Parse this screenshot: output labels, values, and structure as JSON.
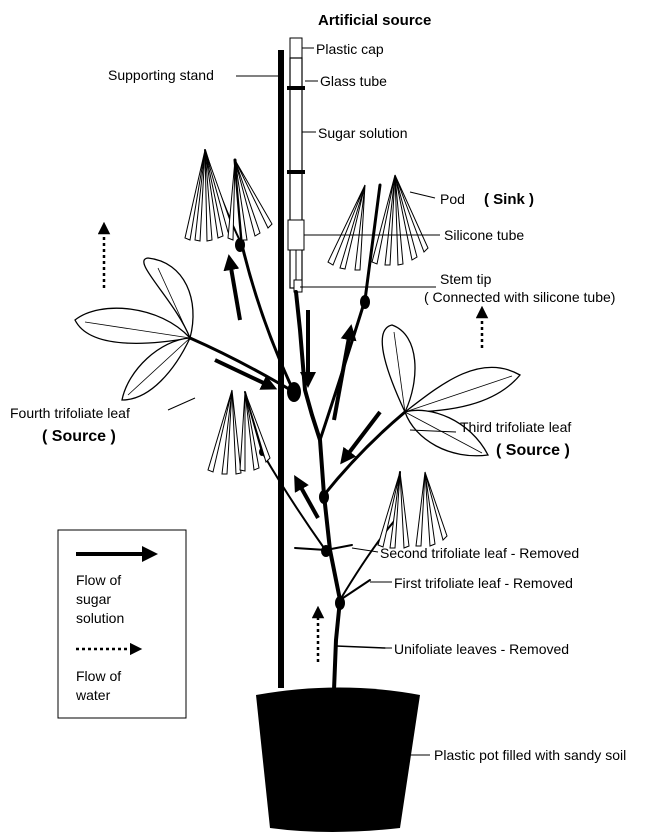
{
  "title": "Artificial source",
  "labels": {
    "plastic_cap": "Plastic cap",
    "supporting_stand": "Supporting stand",
    "glass_tube": "Glass tube",
    "sugar_solution": "Sugar solution",
    "pod": "Pod",
    "pod_sink": "( Sink )",
    "silicone_tube": "Silicone tube",
    "stem_tip": "Stem  tip",
    "stem_tip_note": "( Connected with silicone tube)",
    "fourth_leaf": "Fourth trifoliate leaf",
    "fourth_leaf_source": "( Source )",
    "third_leaf": "Third trifoliate leaf",
    "third_leaf_source": "( Source )",
    "second_leaf": "Second trifoliate leaf - Removed",
    "first_leaf": "First trifoliate leaf - Removed",
    "unifoliate": "Unifoliate leaves - Removed",
    "pot": "Plastic pot filled with sandy soil"
  },
  "legend": {
    "sugar_line1": "Flow of",
    "sugar_line2": "sugar",
    "sugar_line3": "solution",
    "water_line1": "Flow of",
    "water_line2": "water"
  }
}
